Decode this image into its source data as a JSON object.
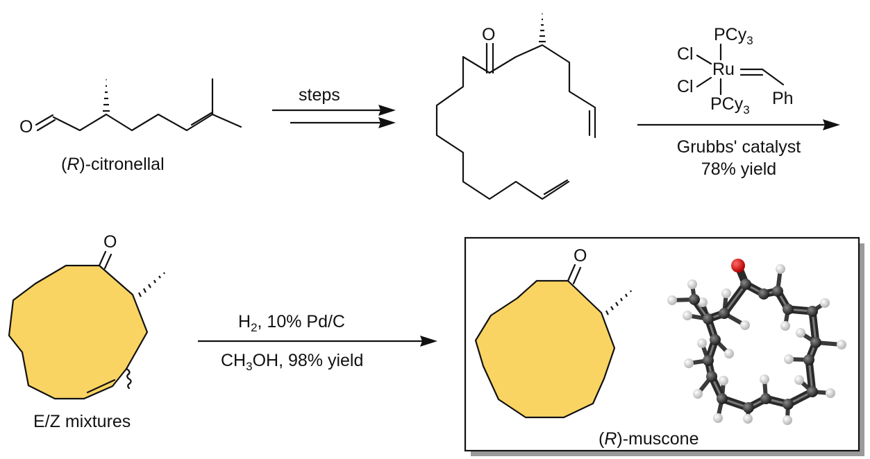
{
  "labels": {
    "citronellal": [
      "(",
      "R",
      ")-citronellal"
    ],
    "steps": "steps",
    "grubbs_name": "Grubbs' catalyst",
    "grubbs_yield": "78% yield",
    "ez_mixtures": "E/Z mixtures",
    "hydrogenation_top": [
      "H",
      "2",
      ", 10% Pd/C"
    ],
    "hydrogenation_bottom": [
      "CH",
      "3",
      "OH, 98% yield"
    ],
    "muscone": [
      "(",
      "R",
      ")-muscone"
    ]
  },
  "atoms": {
    "oxygen": "O",
    "ruthenium": "Ru",
    "chlorine": "Cl",
    "phosphine": [
      "PCy",
      "3"
    ],
    "phenyl": "Ph"
  },
  "colors": {
    "ring_fill": "#F9D462",
    "carbon_atom": "#2b2b2b",
    "hydrogen_atom": "#e6e6e6",
    "oxygen_atom": "#d11a1a",
    "box_shadow": "#9a9a9a"
  }
}
